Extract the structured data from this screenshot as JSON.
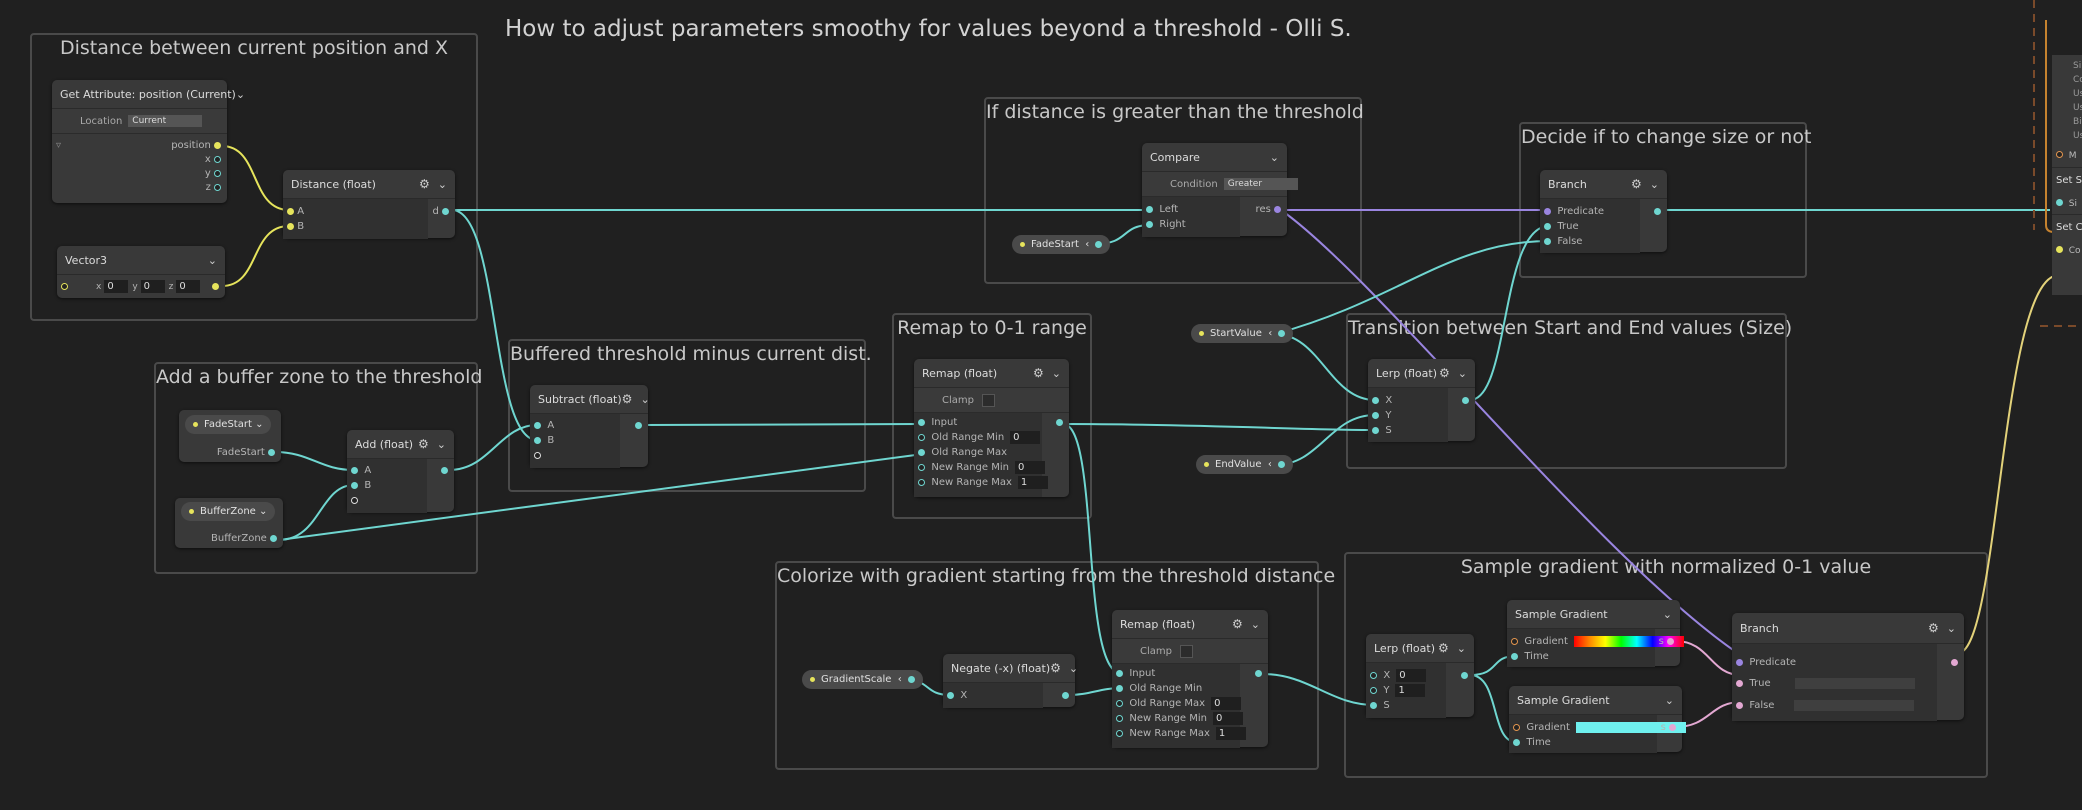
{
  "title": "How to adjust parameters smoothy for values beyond a threshold - Olli S.",
  "colors": {
    "float": "#6fd6d0",
    "vector": "#e6e45c",
    "bool": "#9a85e0",
    "gradient": "#e3954e",
    "color": "#e3a8d2",
    "background": "#202020",
    "node": "#393939"
  },
  "groups": {
    "distance": "Distance between current position and X",
    "buffer": "Add a buffer zone to the threshold",
    "buffered": "Buffered threshold minus current dist.",
    "greater": "If distance is greater than the threshold",
    "decide": "Decide if to change size or not",
    "remap": "Remap to 0-1 range",
    "transition": "Transition between Start and End values (Size)",
    "colorize": "Colorize with gradient starting from the threshold distance",
    "sample": "Sample gradient with normalized 0-1 value"
  },
  "nodes": {
    "getattr": {
      "title": "Get Attribute: position (Current)",
      "location_label": "Location",
      "location_value": "Current",
      "out": "position",
      "sub": [
        "x",
        "y",
        "z"
      ]
    },
    "vector3": {
      "title": "Vector3",
      "x": "0",
      "y": "0",
      "z": "0",
      "xl": "x",
      "yl": "y",
      "zl": "z"
    },
    "distance": {
      "title": "Distance (float)",
      "a": "A",
      "b": "B",
      "out": "d"
    },
    "fadestart_prop": {
      "label": "FadeStart",
      "out": "FadeStart"
    },
    "buffer_prop": {
      "label": "BufferZone",
      "out": "BufferZone"
    },
    "add": {
      "title": "Add (float)",
      "a": "A",
      "b": "B"
    },
    "subtract": {
      "title": "Subtract (float)",
      "a": "A",
      "b": "B"
    },
    "compare": {
      "title": "Compare",
      "condition_label": "Condition",
      "condition_value": "Greater",
      "left": "Left",
      "right": "Right",
      "out": "res"
    },
    "fadestart_pill": "FadeStart",
    "branch1": {
      "title": "Branch",
      "predicate": "Predicate",
      "true": "True",
      "false": "False"
    },
    "remap1": {
      "title": "Remap (float)",
      "clamp": "Clamp",
      "rows": [
        {
          "l": "Input",
          "v": ""
        },
        {
          "l": "Old Range Min",
          "v": "0"
        },
        {
          "l": "Old Range Max",
          "v": ""
        },
        {
          "l": "New Range Min",
          "v": "0"
        },
        {
          "l": "New Range Max",
          "v": "1"
        }
      ]
    },
    "startvalue": "StartValue",
    "endvalue": "EndValue",
    "lerp1": {
      "title": "Lerp (float)",
      "x": "X",
      "y": "Y",
      "s": "S"
    },
    "gradientscale": "GradientScale",
    "negate": {
      "title": "Negate (-x) (float)",
      "x": "X"
    },
    "remap2": {
      "title": "Remap (float)",
      "clamp": "Clamp",
      "rows": [
        {
          "l": "Input",
          "v": ""
        },
        {
          "l": "Old Range Min",
          "v": ""
        },
        {
          "l": "Old Range Max",
          "v": "0"
        },
        {
          "l": "New Range Min",
          "v": "0"
        },
        {
          "l": "New Range Max",
          "v": "1"
        }
      ]
    },
    "lerp2": {
      "title": "Lerp (float)",
      "x": "X",
      "xv": "0",
      "y": "Y",
      "yv": "1",
      "s": "S"
    },
    "sample1": {
      "title": "Sample Gradient",
      "gradient": "Gradient",
      "time": "Time",
      "out": "s"
    },
    "sample2": {
      "title": "Sample Gradient",
      "gradient": "Gradient",
      "time": "Time",
      "out": "s"
    },
    "branch2": {
      "title": "Branch",
      "predicate": "Predicate",
      "true": "True",
      "false": "False"
    }
  },
  "right_panel": {
    "items": [
      "Si",
      "Co",
      "Us",
      "Us",
      "Bi",
      "Us"
    ],
    "m": "M",
    "set1": "Set Si",
    "s1": "Si",
    "set2": "Set Co",
    "c2": "Co"
  }
}
